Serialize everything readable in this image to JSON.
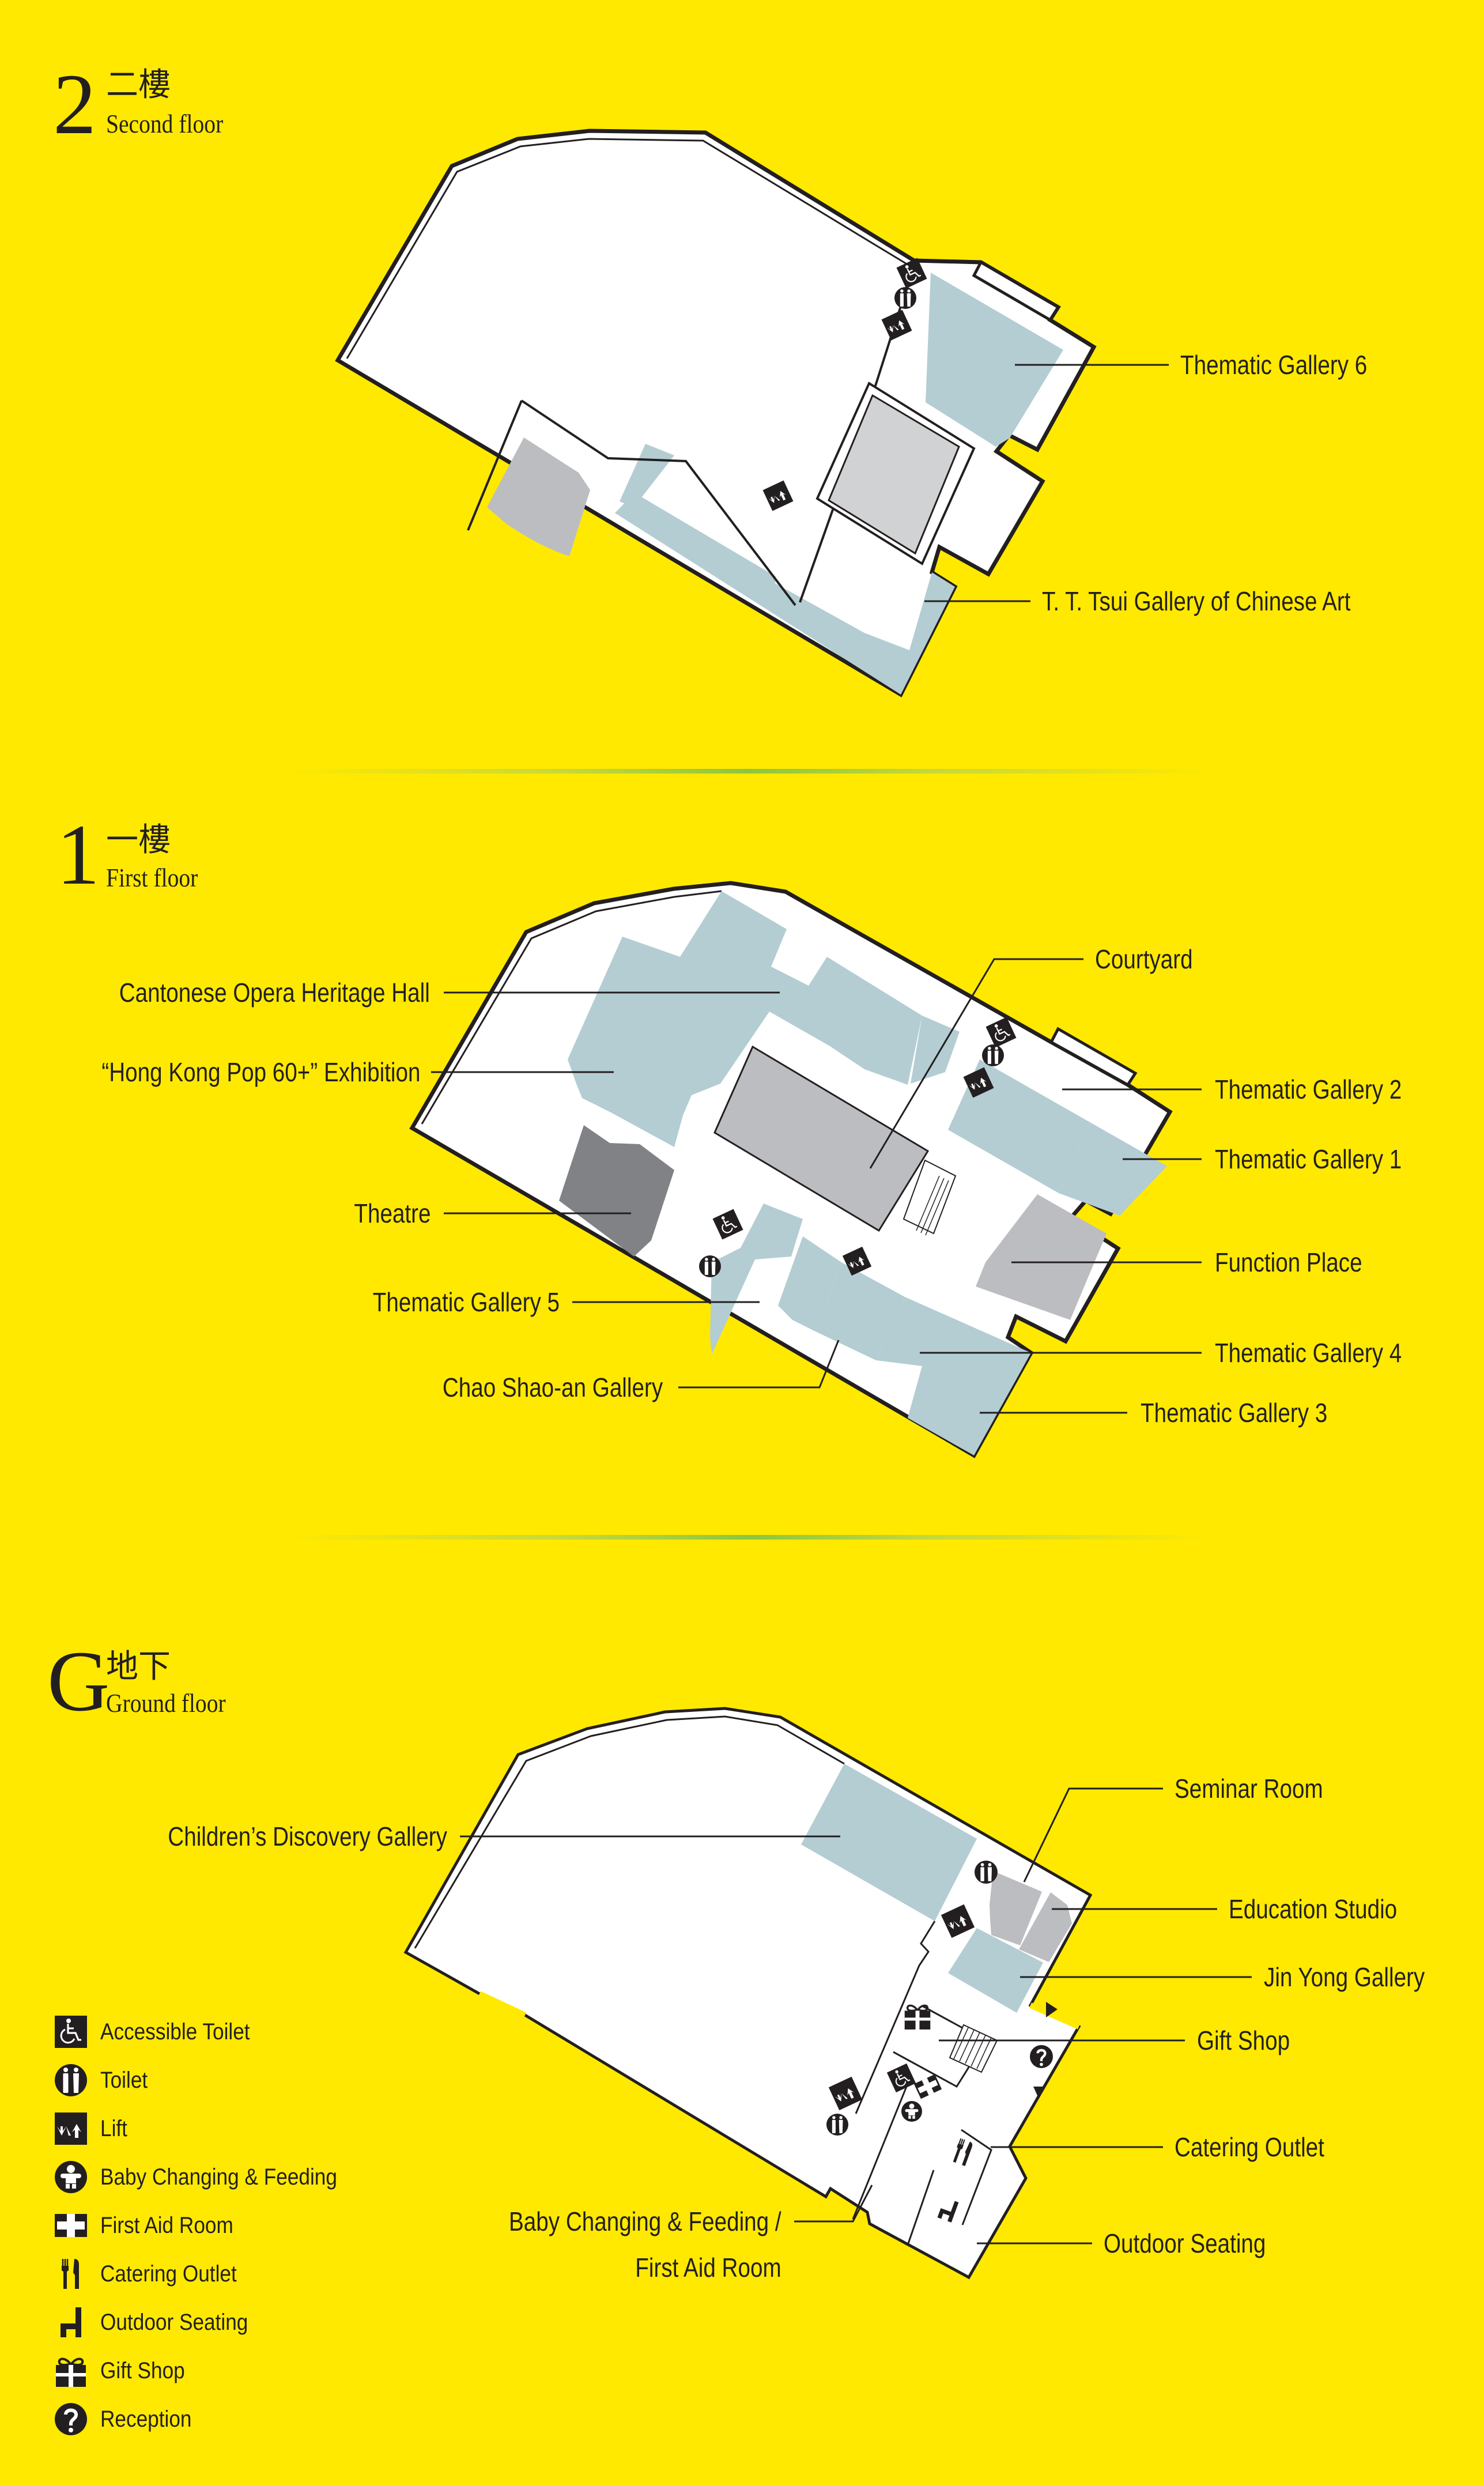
{
  "colors": {
    "background": "#ffe900",
    "building_fill": "#ffffff",
    "outline": "#231f20",
    "gallery": "#b3cdd3",
    "courtyard": "#bcbdc1",
    "theatre": "#808285",
    "separator": "#8cc63f"
  },
  "floors": [
    {
      "id": "second",
      "number": "2",
      "name_cn": "二樓",
      "name_en": "Second floor",
      "labels": [
        {
          "text": "Thematic Gallery 6"
        },
        {
          "text": "T. T. Tsui Gallery of Chinese Art"
        }
      ]
    },
    {
      "id": "first",
      "number": "1",
      "name_cn": "一樓",
      "name_en": "First floor",
      "labels": [
        {
          "text": "Courtyard"
        },
        {
          "text": "Cantonese Opera Heritage Hall"
        },
        {
          "text": "“Hong Kong Pop 60+” Exhibition"
        },
        {
          "text": "Theatre"
        },
        {
          "text": "Thematic Gallery 5"
        },
        {
          "text": "Chao Shao-an Gallery"
        },
        {
          "text": "Thematic Gallery 2"
        },
        {
          "text": "Thematic Gallery 1"
        },
        {
          "text": "Function Place"
        },
        {
          "text": "Thematic Gallery 4"
        },
        {
          "text": "Thematic Gallery 3"
        }
      ]
    },
    {
      "id": "ground",
      "number": "G",
      "name_cn": "地下",
      "name_en": "Ground floor",
      "labels": [
        {
          "text": "Children’s Discovery Gallery"
        },
        {
          "text": "Seminar Room"
        },
        {
          "text": "Education Studio"
        },
        {
          "text": "Jin Yong Gallery"
        },
        {
          "text": "Gift Shop"
        },
        {
          "text": "Catering Outlet"
        },
        {
          "text": "Outdoor Seating"
        },
        {
          "text": "Baby Changing & Feeding /"
        },
        {
          "text": "First Aid Room"
        }
      ]
    }
  ],
  "legend": [
    {
      "icon": "accessible-toilet-icon",
      "label": "Accessible Toilet"
    },
    {
      "icon": "toilet-icon",
      "label": "Toilet"
    },
    {
      "icon": "lift-icon",
      "label": "Lift"
    },
    {
      "icon": "baby-changing-icon",
      "label": "Baby Changing & Feeding"
    },
    {
      "icon": "first-aid-icon",
      "label": "First Aid Room"
    },
    {
      "icon": "catering-icon",
      "label": "Catering Outlet"
    },
    {
      "icon": "outdoor-seating-icon",
      "label": "Outdoor Seating"
    },
    {
      "icon": "gift-shop-icon",
      "label": "Gift Shop"
    },
    {
      "icon": "reception-icon",
      "label": "Reception"
    }
  ]
}
